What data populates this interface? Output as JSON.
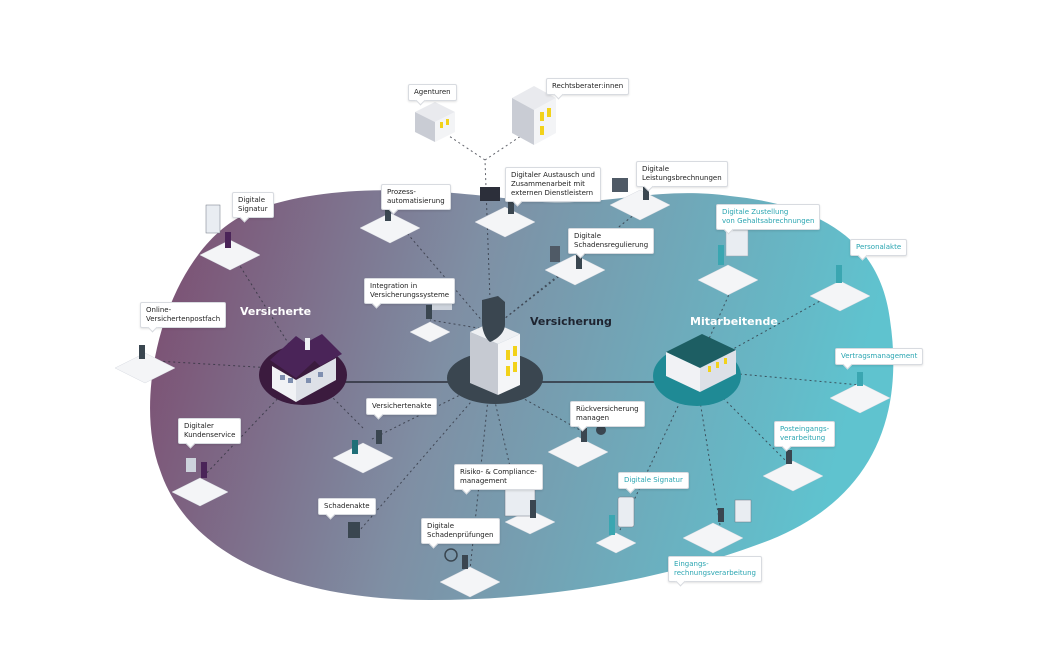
{
  "hubs": {
    "left": "Versicherte",
    "center": "Versicherung",
    "right": "Mitarbeitende"
  },
  "labels": {
    "agenturen": "Agenturen",
    "rechtsberater": "Rechtsberater:innen",
    "digitaler_austausch": "Digitaler Austausch und\nZusammenarbeit mit\nexternen Dienstleistern",
    "leistungsabrechnungen": "Digitale\nLeistungsbrechnungen",
    "prozessautomatisierung": "Prozess-\nautomatisierung",
    "digitale_signatur_left": "Digitale\nSignatur",
    "schadensregulierung": "Digitale\nSchadensregulierung",
    "gehaltsabrechnungen": "Digitale Zustellung\nvon Gehaltsabrechnungen",
    "personalakte": "Personalakte",
    "integration": "Integration in\nVersicherungssysteme",
    "online_postfach": "Online-\nVersichertenpostfach",
    "vertragsmanagement": "Vertragsmanagement",
    "versichertenakte": "Versichertenakte",
    "rueckversicherung": "Rückversicherung\nmanagen",
    "kundenservice": "Digitaler\nKundenservice",
    "posteingang": "Posteingangs-\nverarbeitung",
    "risiko": "Risiko- & Compliance-\nmanagement",
    "digitale_signatur_right": "Digitale Signatur",
    "schadenakte": "Schadenakte",
    "schadenpruefungen": "Digitale\nSchadenprüfungen",
    "eingangsrechnung": "Eingangs-\nrechnungsverarbeitung"
  },
  "colors": {
    "blob_left": "#7c4a6e",
    "blob_mid": "#7f8fa4",
    "blob_right": "#5fc3cf",
    "hub_dark": "#3a4650",
    "hub_teal": "#1f8a95",
    "house_purple": "#3b1b3e",
    "accent_yellow": "#f2d21a",
    "teal_text": "#2aa5b1"
  }
}
